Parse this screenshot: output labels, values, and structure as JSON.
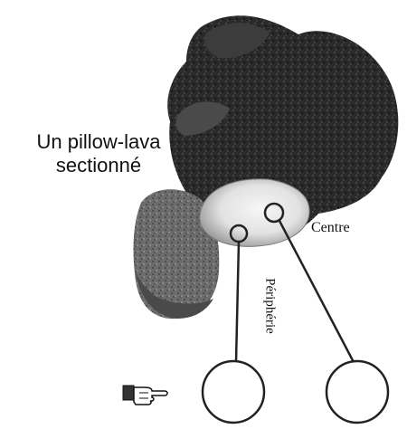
{
  "title": {
    "line1": "Un pillow-lava",
    "line2": "sectionné"
  },
  "labels": {
    "centre": "Centre",
    "peripherie": "Périphérie"
  },
  "icons": {
    "pointer": "pointing-hand-icon"
  },
  "colors": {
    "ink": "#111111",
    "rock_dark": "#1e1e1e",
    "section_light": "#e8e8e8"
  }
}
